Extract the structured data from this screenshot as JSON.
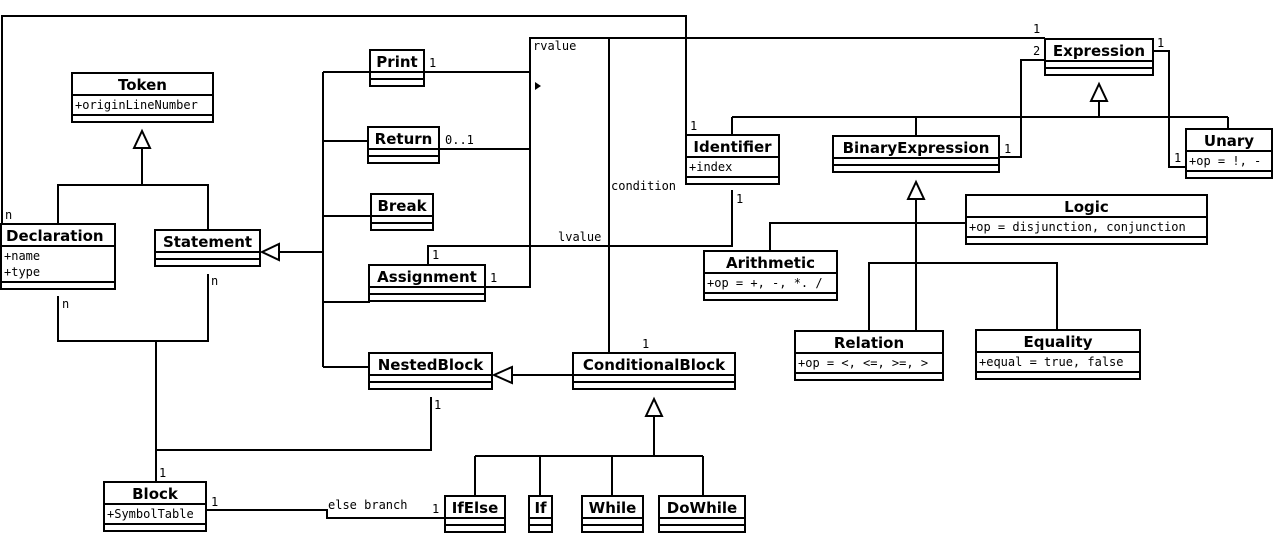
{
  "classes": {
    "token": {
      "name": "Token",
      "attrs": [
        "+originLineNumber"
      ]
    },
    "declaration": {
      "name": "Declaration",
      "attrs": [
        "+name",
        "+type"
      ]
    },
    "statement": {
      "name": "Statement",
      "attrs": []
    },
    "print": {
      "name": "Print",
      "attrs": []
    },
    "return": {
      "name": "Return",
      "attrs": []
    },
    "break": {
      "name": "Break",
      "attrs": []
    },
    "assignment": {
      "name": "Assignment",
      "attrs": []
    },
    "nestedblock": {
      "name": "NestedBlock",
      "attrs": []
    },
    "conditionalblock": {
      "name": "ConditionalBlock",
      "attrs": []
    },
    "block": {
      "name": "Block",
      "attrs": [
        "+SymbolTable"
      ]
    },
    "ifelse": {
      "name": "IfElse",
      "attrs": []
    },
    "if": {
      "name": "If",
      "attrs": []
    },
    "while": {
      "name": "While",
      "attrs": []
    },
    "dowhile": {
      "name": "DoWhile",
      "attrs": []
    },
    "expression": {
      "name": "Expression",
      "attrs": []
    },
    "identifier": {
      "name": "Identifier",
      "attrs": [
        "+index"
      ]
    },
    "binaryexpression": {
      "name": "BinaryExpression",
      "attrs": []
    },
    "unary": {
      "name": "Unary",
      "attrs": [
        "+op = !, -"
      ]
    },
    "logic": {
      "name": "Logic",
      "attrs": [
        "+op = disjunction, conjunction"
      ]
    },
    "arithmetic": {
      "name": "Arithmetic",
      "attrs": [
        "+op = +, -, *. /"
      ]
    },
    "relation": {
      "name": "Relation",
      "attrs": [
        "+op = <, <=, >=, >"
      ]
    },
    "equality": {
      "name": "Equality",
      "attrs": [
        "+equal = true, false"
      ]
    }
  },
  "labels": {
    "rvalue": "rvalue",
    "condition": "condition",
    "lvalue": "lvalue",
    "else_branch": "else branch",
    "print_mult": "1",
    "return_mult": "0..1",
    "assignment_mult": "1",
    "assignment_lvalue_mult": "1",
    "identifier_top_mult": "1",
    "identifier_bottom_mult": "1",
    "expression_top_mult": "1",
    "expression_left_mult": "2",
    "expression_right_mult": "1",
    "unary_mult": "1",
    "binexp_mult": "1",
    "declaration_top_mult": "n",
    "declaration_bottom_mult": "n",
    "statement_mult": "n",
    "nestedblock_mult": "1",
    "conditionalblock_mult": "1",
    "block_top_mult": "1",
    "block_right_mult": "1",
    "ifelse_mult": "1"
  }
}
